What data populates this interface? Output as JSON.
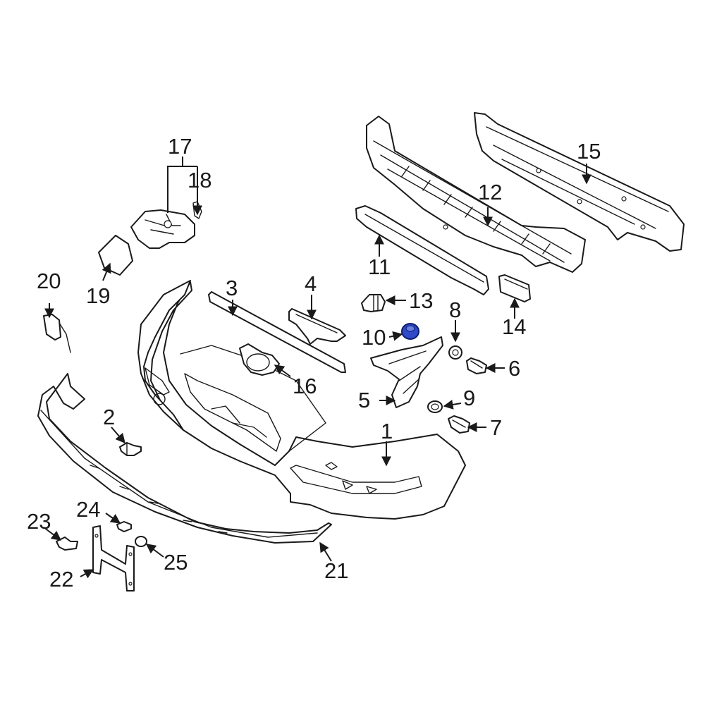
{
  "highlight_color": "#2f49c9",
  "callouts": [
    {
      "id": "c1",
      "text": "1"
    },
    {
      "id": "c2",
      "text": "2"
    },
    {
      "id": "c3",
      "text": "3"
    },
    {
      "id": "c4",
      "text": "4"
    },
    {
      "id": "c5",
      "text": "5"
    },
    {
      "id": "c6",
      "text": "6"
    },
    {
      "id": "c7",
      "text": "7"
    },
    {
      "id": "c8",
      "text": "8"
    },
    {
      "id": "c9",
      "text": "9"
    },
    {
      "id": "c10",
      "text": "10"
    },
    {
      "id": "c11",
      "text": "11"
    },
    {
      "id": "c12",
      "text": "12"
    },
    {
      "id": "c13",
      "text": "13"
    },
    {
      "id": "c14",
      "text": "14"
    },
    {
      "id": "c15",
      "text": "15"
    },
    {
      "id": "c16",
      "text": "16"
    },
    {
      "id": "c17",
      "text": "17"
    },
    {
      "id": "c18",
      "text": "18"
    },
    {
      "id": "c19",
      "text": "19"
    },
    {
      "id": "c20",
      "text": "20"
    },
    {
      "id": "c21",
      "text": "21"
    },
    {
      "id": "c22",
      "text": "22"
    },
    {
      "id": "c23",
      "text": "23"
    },
    {
      "id": "c24",
      "text": "24"
    },
    {
      "id": "c25",
      "text": "25"
    }
  ]
}
